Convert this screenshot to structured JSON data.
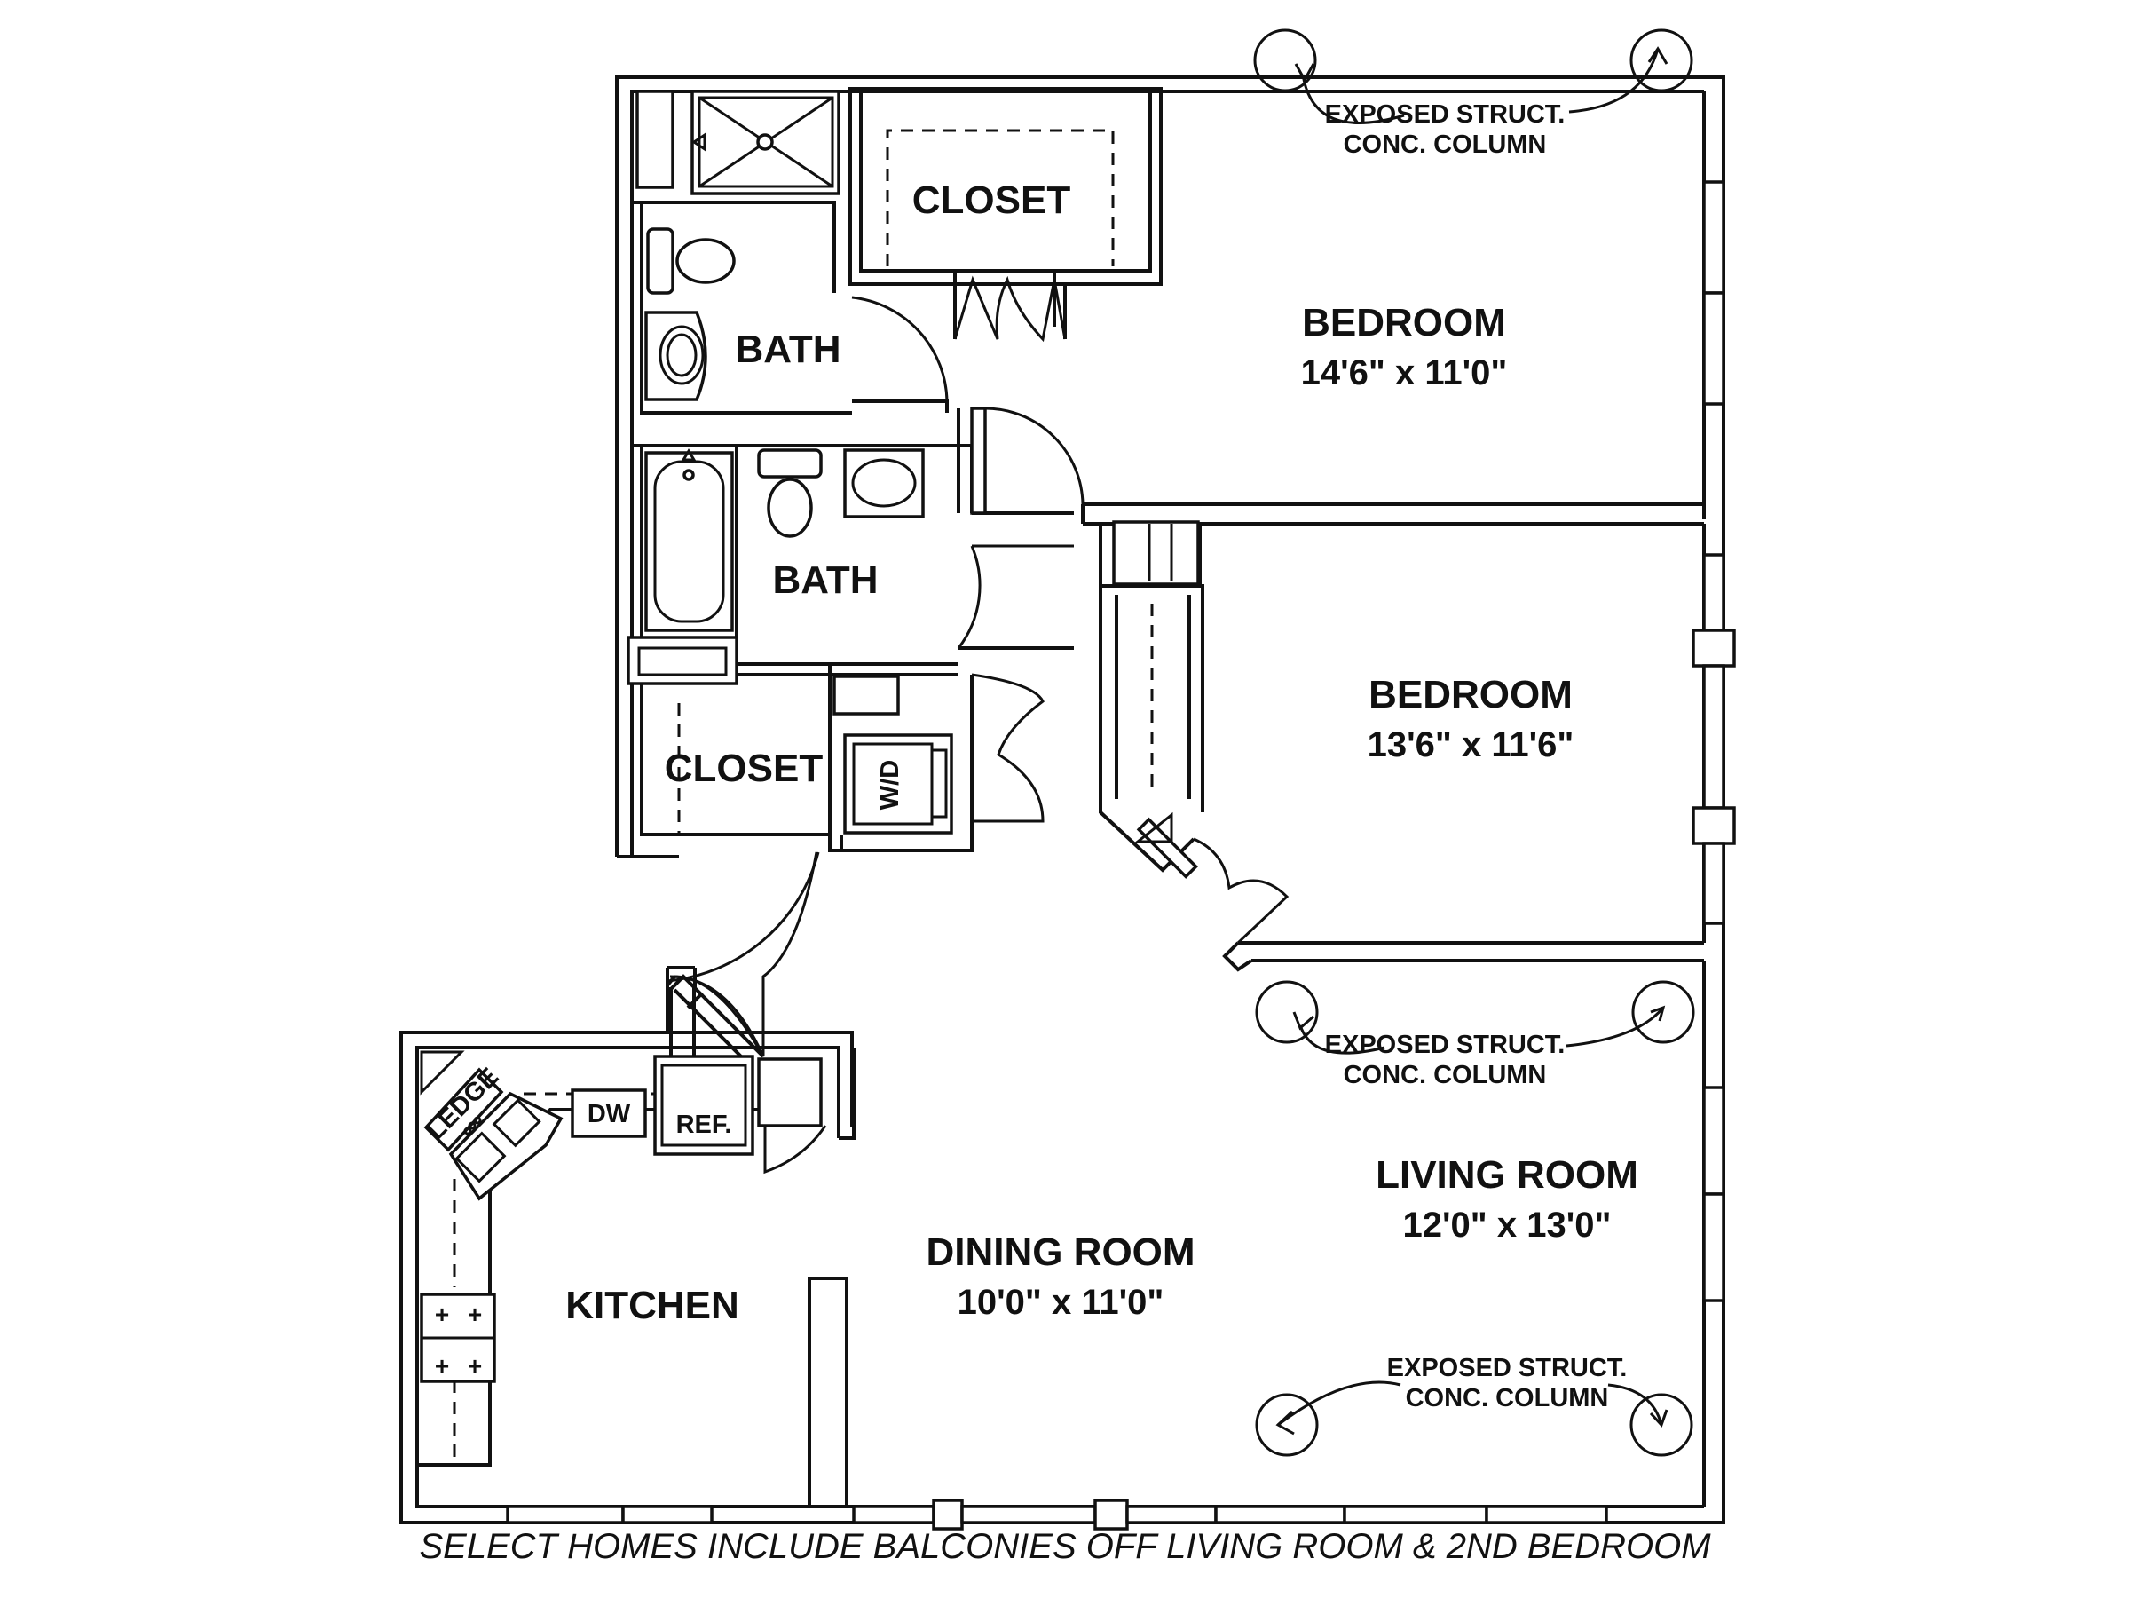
{
  "rooms": {
    "closet_top": "CLOSET",
    "bath_top": "BATH",
    "bedroom1": {
      "name": "BEDROOM",
      "dims": "14'6\" x 11'0\""
    },
    "bath_mid": "BATH",
    "bedroom2": {
      "name": "BEDROOM",
      "dims": "13'6\" x 11'6\""
    },
    "closet_mid": "CLOSET",
    "washer_dryer": "W/D",
    "living_room": {
      "name": "LIVING ROOM",
      "dims": "12'0\" x 13'0\""
    },
    "dining_room": {
      "name": "DINING ROOM",
      "dims": "10'0\" x 11'0\""
    },
    "kitchen": "KITCHEN",
    "ledge": "LEDGE",
    "dishwasher": "DW",
    "refrigerator": "REF."
  },
  "columns": {
    "line1": "EXPOSED STRUCT.",
    "line2": "CONC. COLUMN"
  },
  "caption": "SELECT HOMES INCLUDE BALCONIES OFF LIVING ROOM & 2ND BEDROOM"
}
